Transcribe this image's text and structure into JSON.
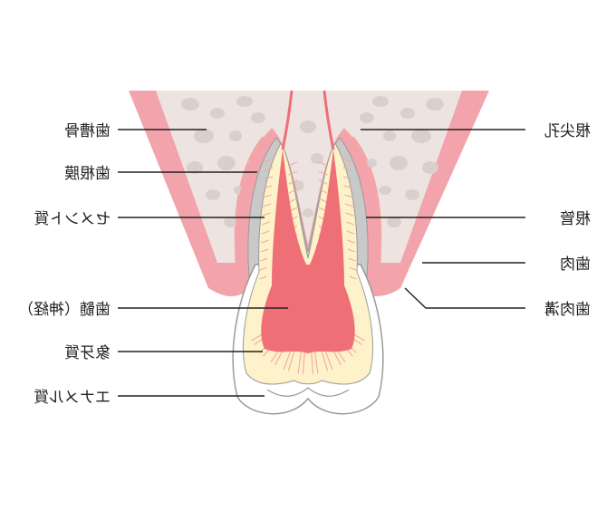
{
  "diagram": {
    "labels_left": {
      "alveolar_bone": "歯槽骨",
      "periodontal_ligament": "歯根膜",
      "cementum": "セメント質",
      "pulp": "歯髄（神経）",
      "dentin": "象牙質",
      "enamel": "エナメル質"
    },
    "labels_right": {
      "apical_foramen": "根尖孔",
      "root_canal": "根管",
      "gingiva": "歯肉",
      "gingival_sulcus": "歯肉溝"
    },
    "colors": {
      "gingiva": "#f3a3ab",
      "bone": "#ede4e1",
      "bone_spots": "#d9cfcc",
      "membrane": "#c9c9c9",
      "dentin": "#fdf2c9",
      "dentin_lines": "#f4a9a1",
      "pulp": "#ee6f75",
      "enamel": "#ffffff",
      "outline": "#9a9a9a",
      "text": "#222222"
    }
  }
}
